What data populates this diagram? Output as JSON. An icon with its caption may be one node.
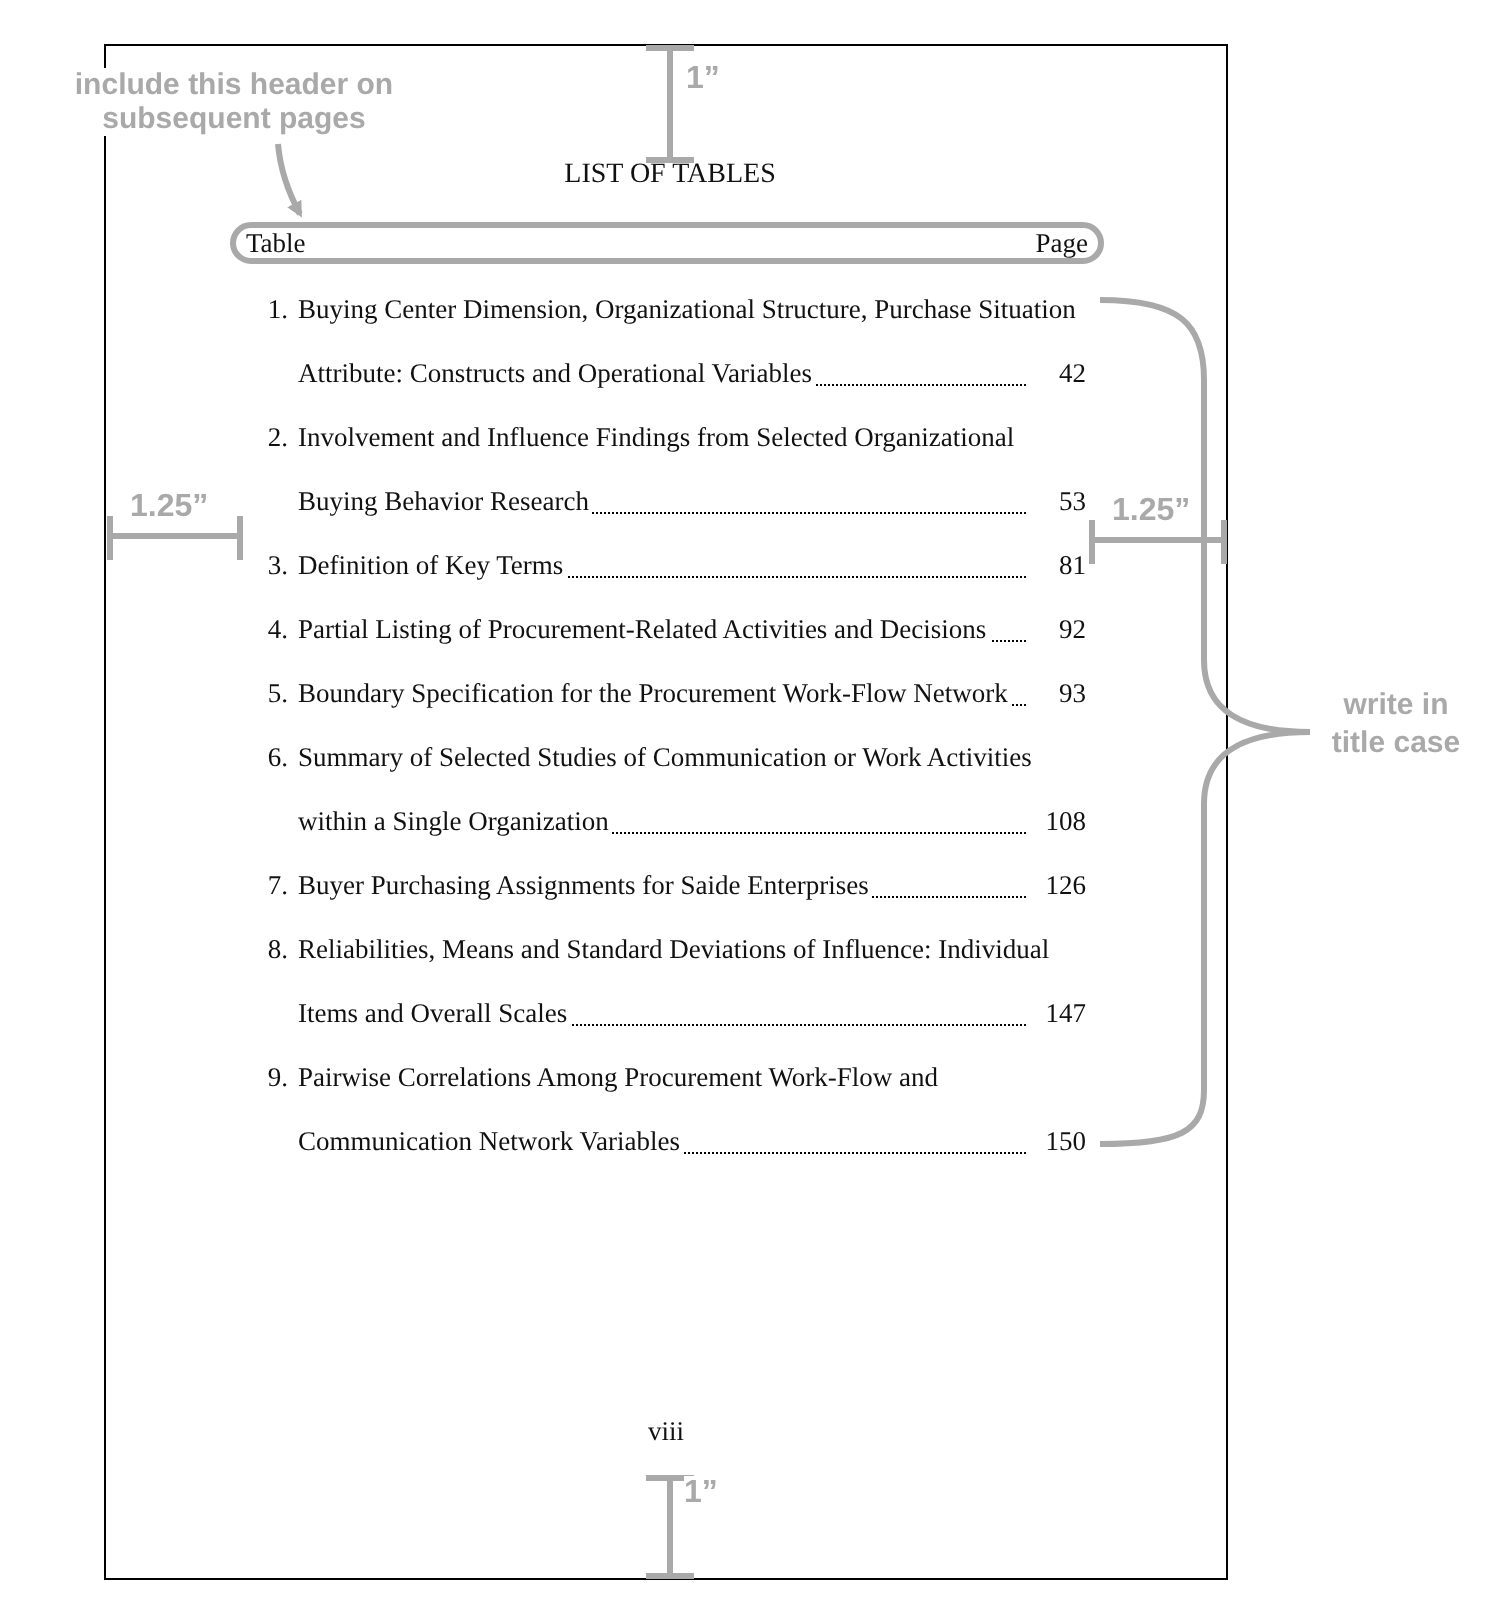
{
  "diagram": {
    "nodes": [
      {
        "text": [
          "include this header on subsequent pages"
        ]
      },
      {
        "text": [
          "Table",
          "Page"
        ]
      }
    ],
    "edges": [
      {
        "from": 0,
        "to": 1,
        "arrow": "to"
      }
    ],
    "labels": [
      "1”",
      "LIST OF TABLES",
      "1.",
      "Buying Center Dimension, Organizational Structure, Purchase Situation Attribute: Constructs and Operational Variables",
      "42",
      "2.",
      "Involvement and Influence Findings from Selected Organizational Buying Behavior Research",
      "53",
      "3.",
      "Definition of Key Terms",
      "81",
      "4.",
      "Partial Listing of Procurement-Related Activities and Decisions",
      "92",
      "5.",
      "Boundary Specification for the Procurement Work-Flow Network",
      "93",
      "6.",
      "Summary of Selected Studies of Communication or Work Activities within a Single Organization",
      "108",
      "7.",
      "Buyer Purchasing Assignments for Saide Enterprises",
      "126",
      "8.",
      "Reliabilities, Means and Standard Deviations of Influence: Individual Items and Overall Scales",
      "147",
      "9.",
      "Pairwise Correlations Among Procurement Work-Flow and Communication Network Variables",
      "150",
      "1.25”",
      "1.25”",
      "write in title case",
      "viii",
      "1”"
    ]
  }
}
